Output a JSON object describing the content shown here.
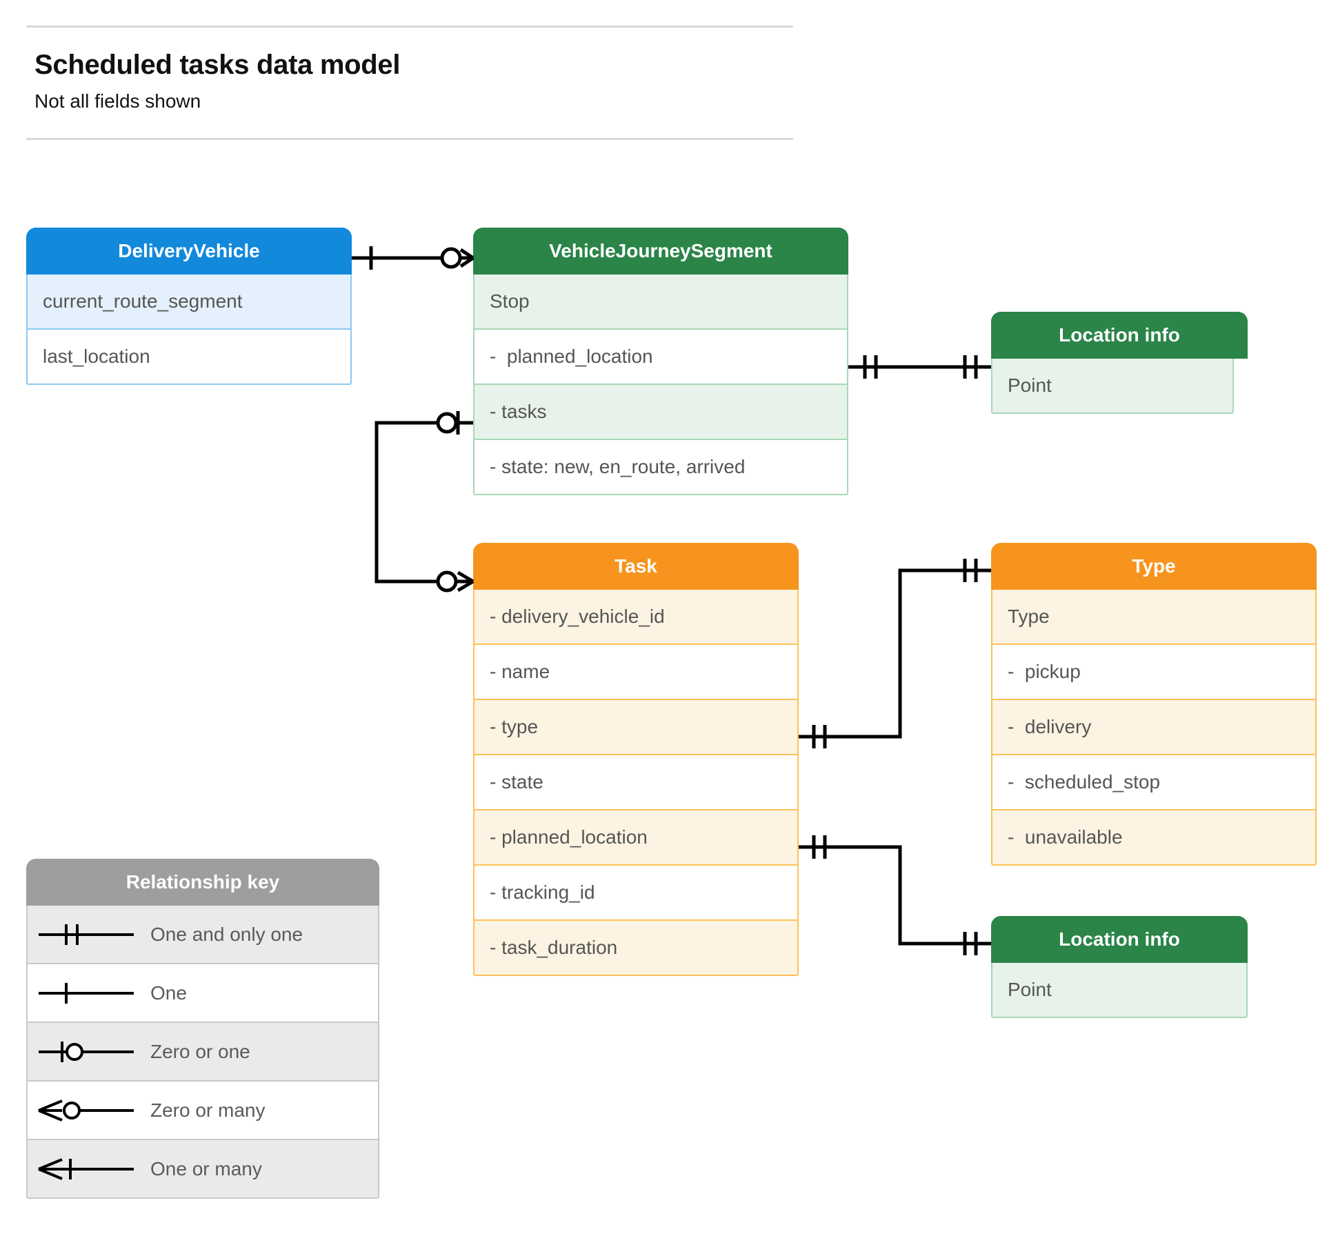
{
  "header": {
    "title": "Scheduled tasks data model",
    "subtitle": "Not all fields shown"
  },
  "colors": {
    "blue_header": "#1289db",
    "blue_row": "#e4f0fb",
    "green_header": "#2b8448",
    "green_row": "#e7f2ea",
    "orange_header": "#f7941d",
    "orange_row": "#fdf3e2",
    "grey_header": "#9e9e9e",
    "grey_row": "#eaeaea",
    "connector": "#000000",
    "rule": "#d9d9d9"
  },
  "entities": {
    "delivery_vehicle": {
      "title": "DeliveryVehicle",
      "rows": [
        "current_route_segment",
        "last_location"
      ]
    },
    "vehicle_journey_segment": {
      "title": "VehicleJourneySegment",
      "rows": [
        "Stop",
        "-  planned_location",
        "- tasks",
        "- state: new, en_route, arrived"
      ]
    },
    "location_info_top": {
      "title": "Location info",
      "rows": [
        "Point"
      ]
    },
    "task": {
      "title": "Task",
      "rows": [
        "- delivery_vehicle_id",
        "- name",
        "- type",
        "- state",
        "- planned_location",
        "- tracking_id",
        "- task_duration"
      ]
    },
    "type": {
      "title": "Type",
      "rows": [
        "Type",
        "-  pickup",
        "-  delivery",
        "-  scheduled_stop",
        "-  unavailable"
      ]
    },
    "location_info_bottom": {
      "title": "Location info",
      "rows": [
        "Point"
      ]
    }
  },
  "legend": {
    "title": "Relationship key",
    "items": [
      {
        "label": "One and only one",
        "symbol": "one-and-only-one-symbol"
      },
      {
        "label": "One",
        "symbol": "one-symbol"
      },
      {
        "label": "Zero or one",
        "symbol": "zero-or-one-symbol"
      },
      {
        "label": "Zero or many",
        "symbol": "zero-or-many-symbol"
      },
      {
        "label": "One or many",
        "symbol": "one-or-many-symbol"
      }
    ]
  },
  "relationships": [
    {
      "from": "DeliveryVehicle",
      "from_cardinality": "One",
      "to": "VehicleJourneySegment",
      "to_cardinality": "Zero or many"
    },
    {
      "from": "VehicleJourneySegment.planned_location",
      "from_cardinality": "One and only one",
      "to": "Location info",
      "to_cardinality": "One and only one"
    },
    {
      "from": "VehicleJourneySegment.tasks",
      "from_cardinality": "Zero or one",
      "to": "Task",
      "to_cardinality": "Zero or many"
    },
    {
      "from": "Task.type",
      "from_cardinality": "One and only one",
      "to": "Type",
      "to_cardinality": "One and only one"
    },
    {
      "from": "Task.planned_location",
      "from_cardinality": "One and only one",
      "to": "Location info",
      "to_cardinality": "One and only one"
    }
  ]
}
